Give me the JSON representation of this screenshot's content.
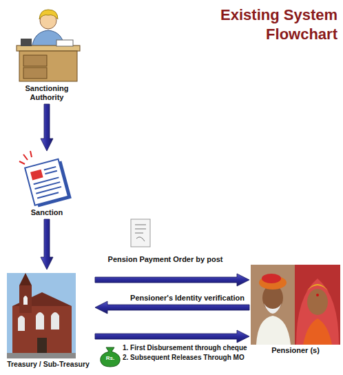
{
  "diagram": {
    "title": "Existing System Flowchart",
    "nodes": [
      {
        "text": [
          "Sanctioning Authority"
        ]
      },
      {
        "text": [
          "Sanction"
        ]
      },
      {
        "text": [
          "Treasury / Sub-Treasury"
        ]
      },
      {
        "text": [
          "Pensioner (s)"
        ]
      }
    ],
    "edges": [
      {
        "from": 0,
        "to": 1,
        "arrow": "to"
      },
      {
        "from": 1,
        "to": 2,
        "arrow": "to"
      },
      {
        "from": 2,
        "to": 3,
        "label": "Pension Payment Order by post",
        "arrow": "to"
      },
      {
        "from": 3,
        "to": 2,
        "label": "Pensioner's Identity verification",
        "arrow": "to"
      },
      {
        "from": 2,
        "to": 3,
        "arrow": "to"
      }
    ],
    "labels": [
      "Rs.",
      "1. First Disbursement through cheque",
      "2. Subsequent Releases Through MO"
    ]
  }
}
